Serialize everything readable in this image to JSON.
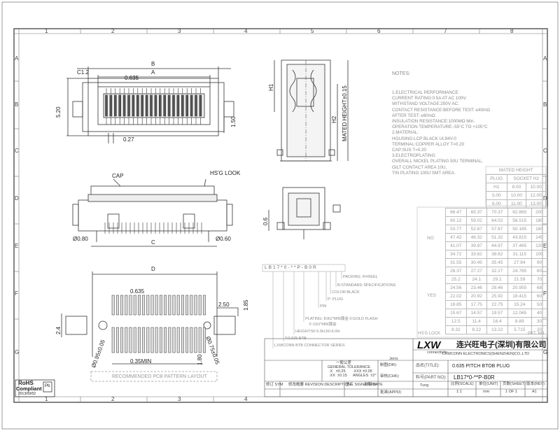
{
  "zones": {
    "cols": [
      "1",
      "2",
      "3",
      "4",
      "5",
      "6",
      "7",
      "8"
    ],
    "rows": [
      "A",
      "B",
      "C",
      "D",
      "E",
      "F",
      "G"
    ]
  },
  "top_view": {
    "dim_b": "B",
    "dim_a": "A",
    "dim_c12": "C1.2",
    "dim_0635": "0.635",
    "dim_520": "5.20",
    "dim_150": "1.50",
    "dim_027": "0.27"
  },
  "side_view": {
    "h1": "H1",
    "h2": "H2",
    "mated": "MATED HEIGHT±0.15"
  },
  "front_view": {
    "cap": "CAP",
    "hsg_look": "HS'G LOOK",
    "dim_080": "Ø0.80",
    "dim_060": "Ø0.60",
    "dim_c": "C",
    "dim_06": "0.6"
  },
  "pcb": {
    "dim_d": "D",
    "dim_0635": "0.635",
    "dim_250": "2.50",
    "dim_185": "1.85",
    "dim_24": "2.4",
    "dim_095": "Ø0.95±0.05",
    "dim_075": "Ø0.75±0.05",
    "dim_035": "0.35MIN",
    "dim_180": "1.80",
    "caption": "RECOMMENDED PCB PATTERN LAYOUT"
  },
  "notes": {
    "title": "NOTES:",
    "lines": [
      "1.ELECTRICAL PERFORMANCE:",
      "  CURRENT RATING:0.5A AT AC 100V.",
      "  WITHSTAND VOLTAGE:250V AC.",
      "  CONTACT RESISTANCE:BEFORE  TEST: ≤40mΩ",
      "                     AFTER  TEST: ≤60mΩ",
      "  INSULATION RESISTANCE:1000MΩ Min.",
      "  OPERATION TEMPERATURE:-55°C TO +105°C",
      "",
      "2.MATERIAL:",
      "  HOUSING:LCP BLACK UL94V-0",
      "  TERMINAL:COPPER ALLOY T=0.20",
      "  CAP:SUS T=0.20",
      "3.ELECTROPLATING:",
      "  OVERALL NICKEL PLATING 50U TERMINAL,",
      "  GILT CONTACT AREA 10U,",
      "  TIN PLATING 100U SMT AREA."
    ]
  },
  "mated_table": {
    "title": "MATED HEIGHT",
    "head": [
      "PLUG H1",
      "SOCKET H2"
    ],
    "rows": [
      [
        "8.00",
        "10.00"
      ],
      [
        "5.00",
        "10.00",
        "12.00"
      ],
      [
        "6.00",
        "11.00",
        "13.00"
      ]
    ],
    "plug_label": "PLUG",
    "h1_label": "H1"
  },
  "dims_table": {
    "rows": [
      [
        "66.47",
        "65.37",
        "70.37",
        "62.865",
        "200"
      ],
      [
        "60.12",
        "59.02",
        "64.02",
        "56.515",
        "180"
      ],
      [
        "53.77",
        "52.67",
        "57.67",
        "50.165",
        "160"
      ],
      [
        "47.42",
        "46.32",
        "51.32",
        "43.815",
        "140"
      ],
      [
        "41.07",
        "39.97",
        "44.97",
        "37.465",
        "120"
      ],
      [
        "34.72",
        "33.62",
        "38.62",
        "31.115",
        "100"
      ],
      [
        "31.55",
        "30.45",
        "35.45",
        "27.94",
        "90"
      ],
      [
        "28.37",
        "27.27",
        "32.27",
        "24.765",
        "80"
      ],
      [
        "25.2",
        "24.1",
        "29.1",
        "21.59",
        "70"
      ],
      [
        "24.56",
        "23.46",
        "28.46",
        "20.955",
        "68"
      ],
      [
        "22.02",
        "20.92",
        "25.92",
        "18.415",
        "60"
      ],
      [
        "18.85",
        "17.75",
        "22.75",
        "15.24",
        "50"
      ],
      [
        "15.67",
        "14.57",
        "19.57",
        "12.065",
        "40"
      ],
      [
        "12.5",
        "11.4",
        "16.4",
        "8.89",
        "30"
      ],
      [
        "9.32",
        "8.22",
        "13.22",
        "5.715",
        "20"
      ]
    ],
    "no_label": "NO",
    "yes_label": "YES",
    "hsg_lock": "HS'G LOCK",
    "pkt_no": "PKT. NO"
  },
  "part_code": {
    "code": "LB17*0-**P-B0R",
    "labels": [
      "PACKING: R=REEL",
      "B:STANDARD SPECIFICATIONS",
      "COLOR:BLACK",
      "P: PLUG",
      "PIN",
      "PLATING: 8:8U\"MIN镀金 0:GOLD FLASH",
      "F:10U\"MIN镀金",
      "HEIGHT:50-5.0H,60-6.0H",
      "T:0.635 BTB",
      "LXWCONN BTB CONNECTOR SERIES"
    ]
  },
  "title_block": {
    "company_cn": "连兴旺电子(深圳)有限公司",
    "company_en": "LXWCONN ELECTRONICS(SHENZHEN)CO.,LTD",
    "logo": "LXW",
    "logo_sub": "connectivity",
    "title_label": "品名(TITLE):",
    "title_value": "0.635 PITCH BTOB PLUG",
    "part_label": "料号(PART NO):",
    "part_value": "LB17*0-**P-B0R",
    "drawn": "制图(DR):",
    "checked": "审核(CHK):",
    "approved": "批准(APPD):",
    "drawn_by": "Jerro",
    "appd_by": "Tung",
    "scale_label": "比例(SCALE)",
    "scale": "1:1",
    "unit_label": "单位(UNIT)",
    "unit": "mm",
    "sheet_label": "页数(SHEET)",
    "sheet": "1 OF 1",
    "size_label": "版本(REV)",
    "size": "A1",
    "tol_title": "一般公差",
    "tol_sub": "GENERAL TOLERANCE",
    "tol_lines": [
      ".X   ±0.25",
      ".XX  ±0.15",
      ".XXX ±0.05",
      "ANGLES  ±2°"
    ],
    "rev_headers": [
      "修订 SYM",
      "修改概要 REVISION DESCRIPTION",
      "签名 SIGNATURE",
      "日期 DATE"
    ],
    "check_label": "设计 CHK"
  },
  "rohs": {
    "title": "RoHS",
    "sub": "Compliant",
    "date": "2013/09/02"
  }
}
